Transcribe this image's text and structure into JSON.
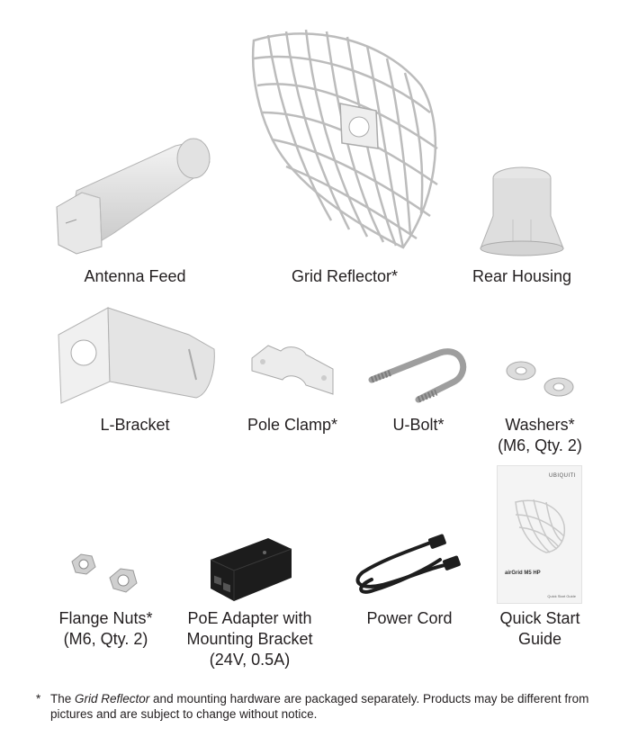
{
  "items": {
    "antenna_feed": {
      "label": "Antenna Feed"
    },
    "grid_reflector": {
      "label": "Grid Reflector*"
    },
    "rear_housing": {
      "label": "Rear Housing"
    },
    "l_bracket": {
      "label": "L-Bracket"
    },
    "pole_clamp": {
      "label": "Pole Clamp*"
    },
    "u_bolt": {
      "label": "U-Bolt*"
    },
    "washers": {
      "label_line1": "Washers*",
      "label_line2": "(M6, Qty. 2)"
    },
    "flange_nuts": {
      "label_line1": "Flange Nuts*",
      "label_line2": "(M6, Qty. 2)"
    },
    "poe_adapter": {
      "label_line1": "PoE Adapter with",
      "label_line2": "Mounting Bracket",
      "label_line3": "(24V, 0.5A)"
    },
    "power_cord": {
      "label": "Power Cord"
    },
    "quick_start_guide": {
      "label_line1": "Quick Start",
      "label_line2": "Guide",
      "brand": "UBIQUITI",
      "product": "airGrid M5 HP",
      "cover_title": "Quick Start Guide"
    }
  },
  "footnote": {
    "marker": "*",
    "emphasis": "Grid Reflector",
    "text_before": "The ",
    "text_after": " and mounting hardware are packaged separately. Products may be different from pictures and are subject to change without notice."
  },
  "colors": {
    "text": "#231f20",
    "product_gray": "#d9d9d9",
    "adapter_black": "#1c1c1c"
  }
}
